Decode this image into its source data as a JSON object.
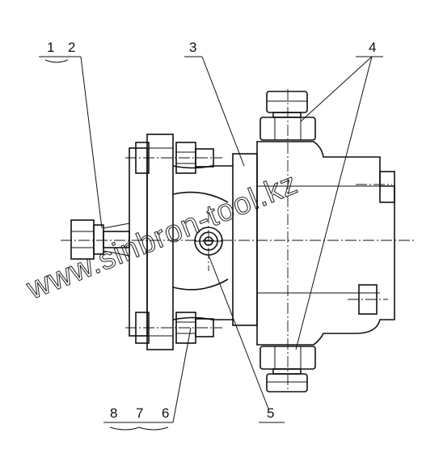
{
  "callouts": {
    "c1": "1",
    "c2": "2",
    "c3": "3",
    "c4": "4",
    "c5": "5",
    "c6": "6",
    "c7": "7",
    "c8": "8"
  },
  "watermark": "www.sinbron-tool.kz",
  "colors": {
    "line": "#111111",
    "background": "#ffffff"
  }
}
